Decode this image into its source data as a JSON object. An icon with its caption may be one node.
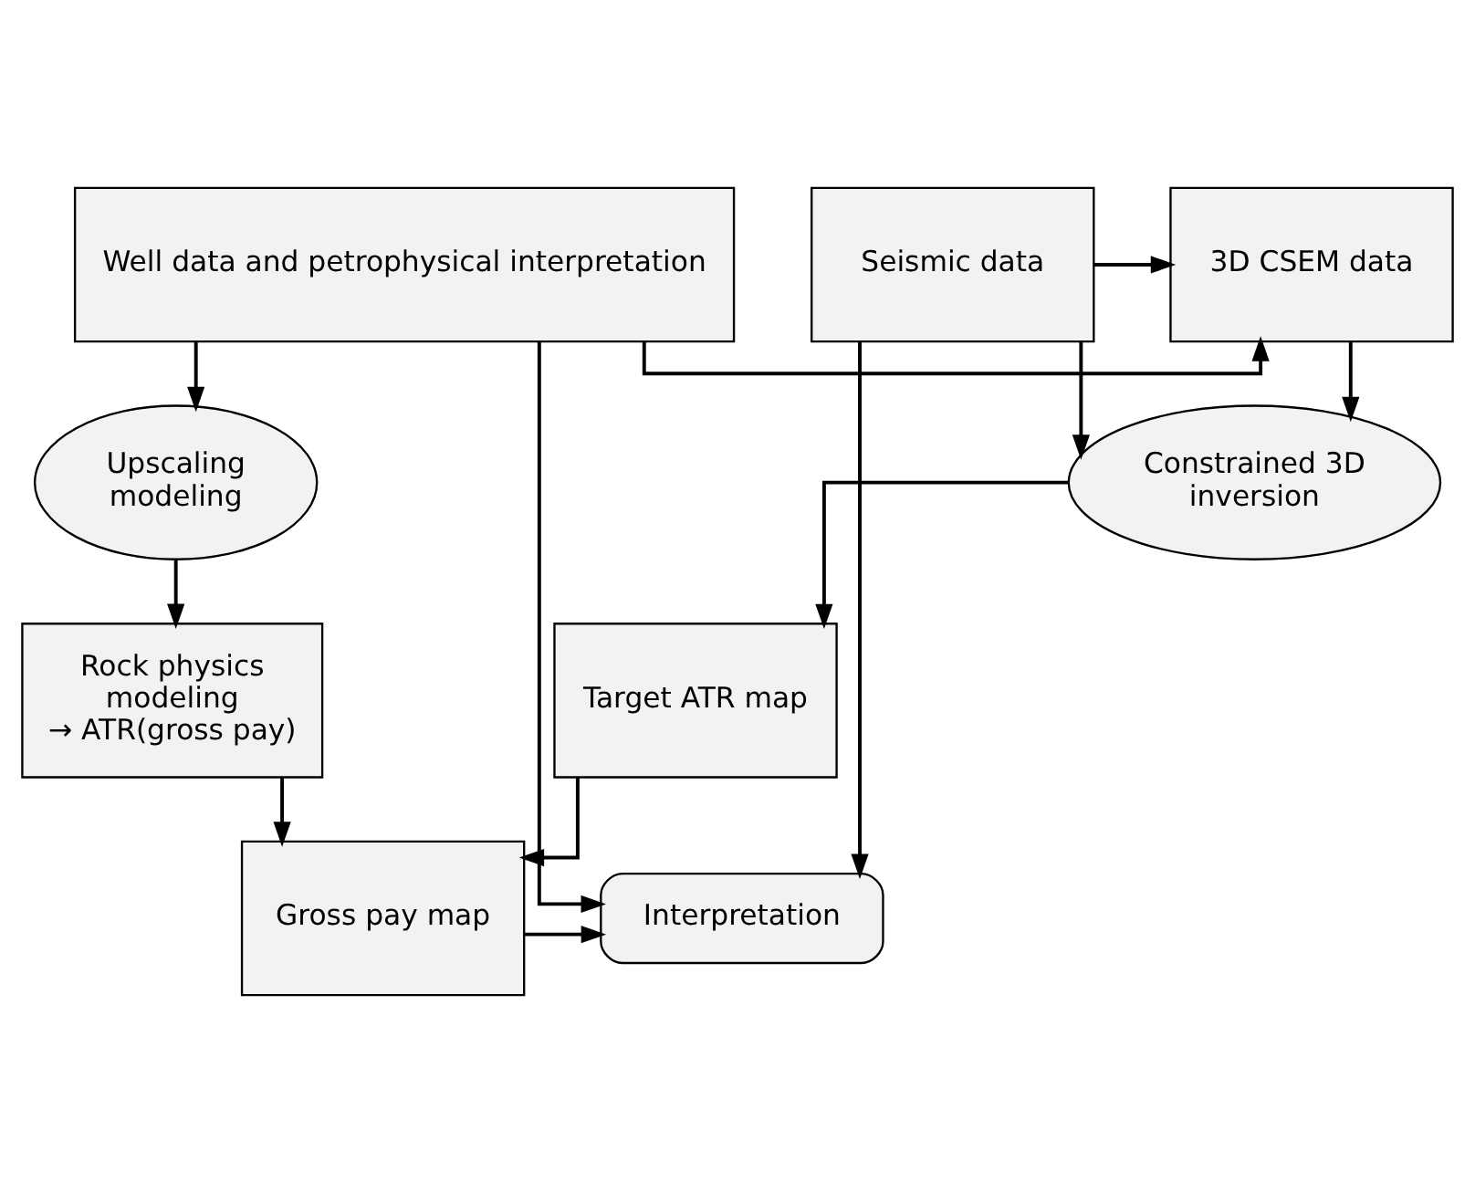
{
  "diagram": {
    "nodes": [
      {
        "text": [
          "Seismic data"
        ]
      },
      {
        "text": [
          "3D CSEM data"
        ]
      },
      {
        "text": [
          "Well data and petrophysical interpretation"
        ]
      },
      {
        "text": [
          "Constrained 3D inversion"
        ]
      },
      {
        "text": [
          "Upscaling modeling"
        ]
      },
      {
        "text": [
          "Target ATR map"
        ]
      },
      {
        "text": [
          "Rock physics modeling → ATR(gross pay)"
        ]
      },
      {
        "text": [
          "Interpretation"
        ]
      },
      {
        "text": [
          "Gross pay map"
        ]
      }
    ],
    "edges": [
      {
        "from": 0,
        "to": 1,
        "arrow": "to"
      },
      {
        "from": 2,
        "to": 1,
        "arrow": "to"
      },
      {
        "from": 1,
        "to": 3,
        "arrow": "to"
      },
      {
        "from": 0,
        "to": 3,
        "arrow": "to"
      },
      {
        "from": 2,
        "to": 4,
        "arrow": "to"
      },
      {
        "from": 3,
        "to": 5,
        "arrow": "to"
      },
      {
        "from": 4,
        "to": 6,
        "arrow": "to"
      },
      {
        "from": 5,
        "to": 8,
        "arrow": "to"
      },
      {
        "from": 6,
        "to": 8,
        "arrow": "to"
      },
      {
        "from": 0,
        "to": 7,
        "arrow": "to"
      },
      {
        "from": 2,
        "to": 7,
        "arrow": "to"
      },
      {
        "from": 8,
        "to": 7,
        "arrow": "to"
      }
    ]
  }
}
